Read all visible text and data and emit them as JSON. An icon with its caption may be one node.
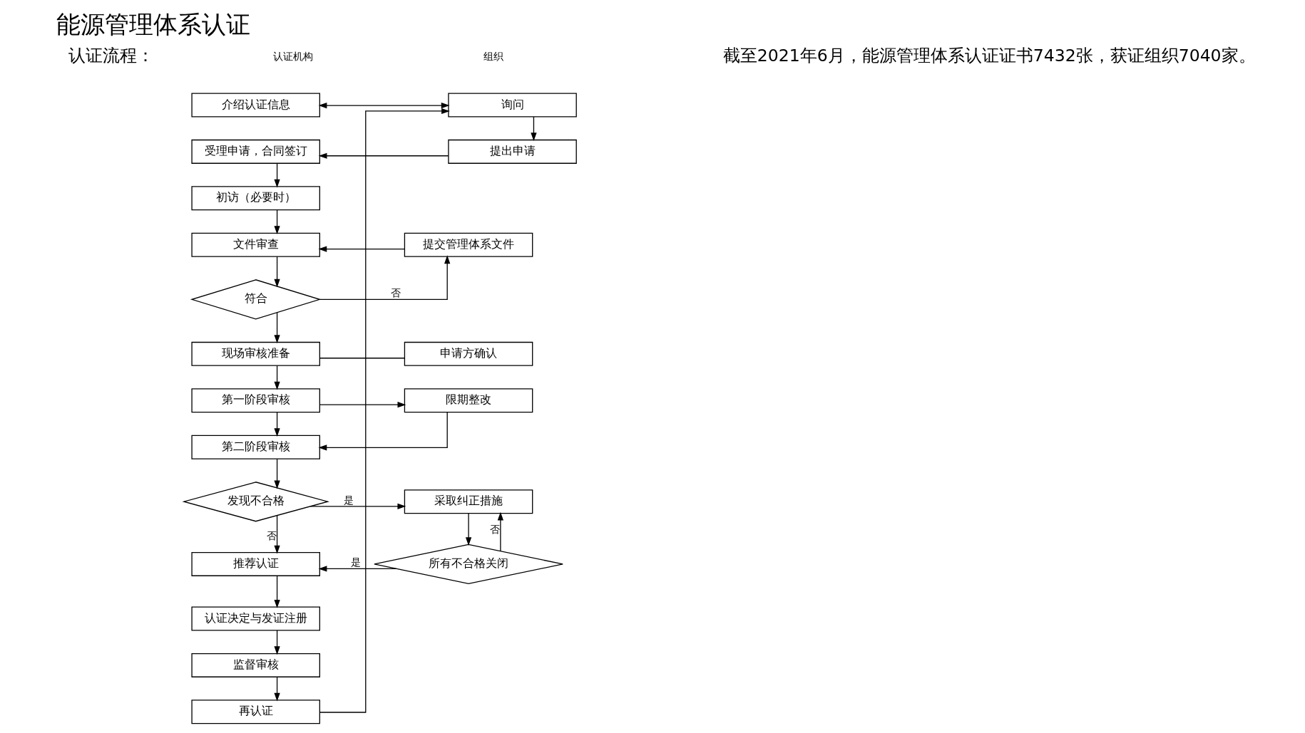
{
  "diagram": {
    "title": "能源管理体系认证",
    "nodes": [
      {
        "text": [
          "介绍认证信息"
        ]
      },
      {
        "text": [
          "询问"
        ]
      },
      {
        "text": [
          "受理申请，合同签订"
        ]
      },
      {
        "text": [
          "提出申请"
        ]
      },
      {
        "text": [
          "初访（必要时）"
        ]
      },
      {
        "text": [
          "文件审查"
        ]
      },
      {
        "text": [
          "提交管理体系文件"
        ]
      },
      {
        "text": [
          "符合"
        ]
      },
      {
        "text": [
          "现场审核准备"
        ]
      },
      {
        "text": [
          "申请方确认"
        ]
      },
      {
        "text": [
          "第一阶段审核"
        ]
      },
      {
        "text": [
          "限期整改"
        ]
      },
      {
        "text": [
          "第二阶段审核"
        ]
      },
      {
        "text": [
          "发现不合格"
        ]
      },
      {
        "text": [
          "采取纠正措施"
        ]
      },
      {
        "text": [
          "推荐认证"
        ]
      },
      {
        "text": [
          "所有不合格关闭"
        ]
      },
      {
        "text": [
          "认证决定与发证注册"
        ]
      },
      {
        "text": [
          "监督审核"
        ]
      },
      {
        "text": [
          "再认证"
        ]
      }
    ],
    "edges": [
      {
        "from": 0,
        "to": 1,
        "arrow": "both"
      },
      {
        "from": 1,
        "to": 3,
        "arrow": "to"
      },
      {
        "from": 3,
        "to": 2,
        "arrow": "to"
      },
      {
        "from": 2,
        "to": 4,
        "arrow": "to"
      },
      {
        "from": 4,
        "to": 5,
        "arrow": "to"
      },
      {
        "from": 6,
        "to": 5,
        "arrow": "to"
      },
      {
        "from": 5,
        "to": 7,
        "arrow": "to"
      },
      {
        "from": 7,
        "to": 6,
        "arrow": "to",
        "label": "否"
      },
      {
        "from": 7,
        "to": 8,
        "arrow": "to"
      },
      {
        "from": 8,
        "to": 9,
        "arrow": "none"
      },
      {
        "from": 8,
        "to": 10,
        "arrow": "to"
      },
      {
        "from": 10,
        "to": 11,
        "arrow": "to"
      },
      {
        "from": 10,
        "to": 12,
        "arrow": "to"
      },
      {
        "from": 11,
        "to": 12,
        "arrow": "to"
      },
      {
        "from": 12,
        "to": 13,
        "arrow": "to"
      },
      {
        "from": 13,
        "to": 14,
        "arrow": "to",
        "label": "是"
      },
      {
        "from": 13,
        "to": 15,
        "arrow": "to",
        "label": "否"
      },
      {
        "from": 14,
        "to": 16,
        "arrow": "to"
      },
      {
        "from": 16,
        "to": 15,
        "arrow": "to",
        "label": "是"
      },
      {
        "from": 16,
        "to": 14,
        "arrow": "to",
        "label": "否"
      },
      {
        "from": 15,
        "to": 17,
        "arrow": "to"
      },
      {
        "from": 17,
        "to": 18,
        "arrow": "to"
      },
      {
        "from": 18,
        "to": 19,
        "arrow": "to"
      },
      {
        "from": 19,
        "to": 1,
        "arrow": "to"
      }
    ],
    "labels": [
      "认证流程：",
      "认证机构",
      "组织",
      "截至2021年6月，能源管理体系认证证书7432张，获证组织7040家。"
    ]
  }
}
